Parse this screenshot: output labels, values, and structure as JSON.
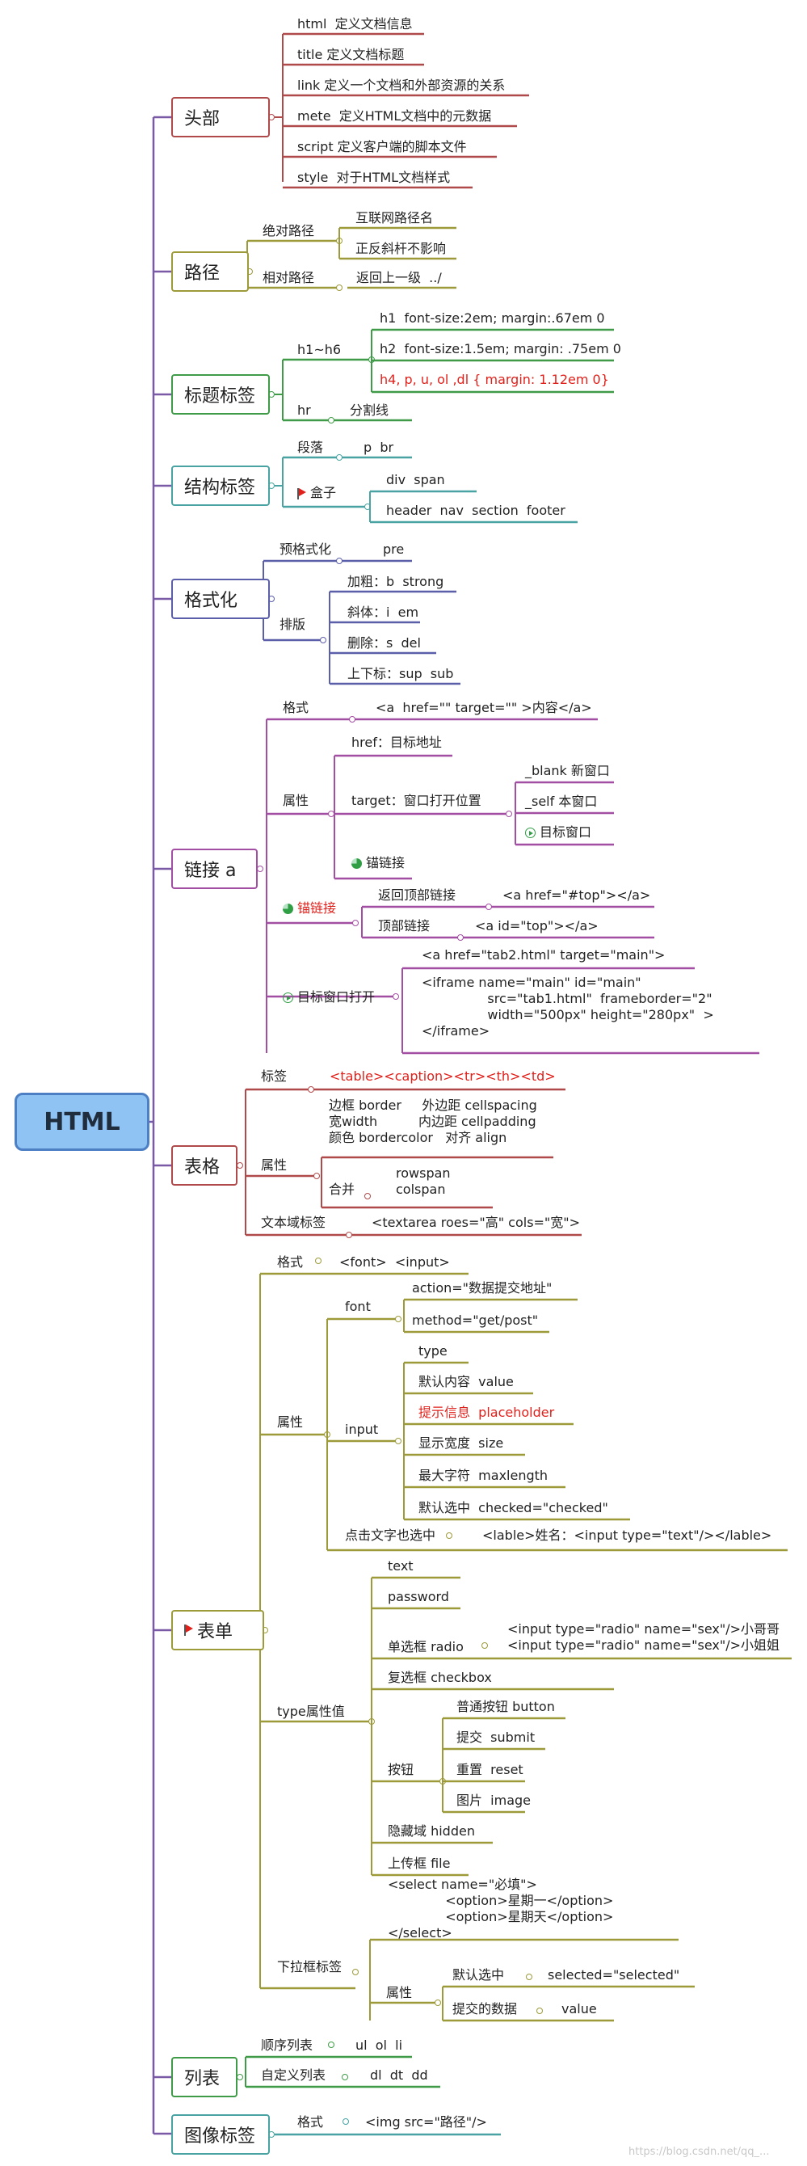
{
  "root": {
    "label": "HTML"
  },
  "watermark": "https://blog.csdn.net/qq_...",
  "colors": {
    "head": "#b04a4a",
    "path": "#9d9a3a",
    "title": "#3f9b47",
    "structure": "#4aa3a3",
    "format": "#5b5ea8",
    "link": "#a24ea2",
    "table": "#b04a4a",
    "form": "#9d9a3a",
    "list": "#3f9b47",
    "image": "#4aa3a3",
    "root_line": "#7a5aa6"
  },
  "branches": {
    "head": {
      "label": "头部",
      "items": [
        "html  定义文档信息",
        "title 定义文档标题",
        "link 定义一个文档和外部资源的关系",
        "mete  定义HTML文档中的元数据",
        "script 定义客户端的脚本文件",
        "style  对于HTML文档样式"
      ]
    },
    "path": {
      "label": "路径",
      "absolute": "绝对路径",
      "abs_items": [
        "互联网路径名",
        "正反斜杆不影响"
      ],
      "relative": "相对路径",
      "rel_value": "返回上一级  ../"
    },
    "title": {
      "label": "标题标签",
      "h": "h1~h6",
      "h_items": [
        "h1  font-size:2em; margin:.67em 0",
        "h2  font-size:1.5em; margin: .75em 0",
        "h4, p, u, ol ,dl { margin: 1.12em 0}"
      ],
      "hr": "hr",
      "hr_value": "分割线"
    },
    "structure": {
      "label": "结构标签",
      "para": "段落",
      "para_value": "p  br",
      "box": "盒子",
      "box_items": [
        "div  span",
        "header  nav  section  footer"
      ]
    },
    "format": {
      "label": "格式化",
      "pre": "预格式化",
      "pre_value": "pre",
      "layout": "排版",
      "layout_items": [
        "加粗：b  strong",
        "斜体：i  em",
        "删除：s  del",
        "上下标：sup  sub"
      ]
    },
    "link": {
      "label": "链接  a",
      "format": "格式",
      "format_value": "<a  href=\"\" target=\"\" >内容</a>",
      "attr": "属性",
      "href": "href：目标地址",
      "target": "target：窗口打开位置",
      "target_items": [
        "_blank 新窗口",
        "_self 本窗口",
        "目标窗口"
      ],
      "anchor_link": "锚链接",
      "anchor": "锚链接",
      "anchor_rows": [
        "返回顶部链接",
        "顶部链接"
      ],
      "anchor_values": [
        "<a href=\"#top\"></a>",
        "<a id=\"top\"></a>"
      ],
      "target_open": "目标窗口打开",
      "target_open_a": "<a href=\"tab2.html\" target=\"main\">",
      "target_open_iframe": "<iframe name=\"main\" id=\"main\"\n                src=\"tab1.html\"  frameborder=\"2\"\n                width=\"500px\" height=\"280px\"  >\n</iframe>"
    },
    "table": {
      "label": "表格",
      "tag": "标签",
      "tag_value": "<table><caption><tr><th><td>",
      "attr": "属性",
      "attr_text": "边框 border     外边距 cellspacing\n宽width          内边距 cellpadding\n颜色 bordercolor   对齐 align",
      "merge": "合并",
      "merge_text": "rowspan\ncolspan",
      "textarea": "文本域标签",
      "textarea_value": "<textarea roes=\"高\" cols=\"宽\">"
    },
    "form": {
      "label": "表单",
      "format": "格式",
      "format_value": "<font>  <input>",
      "attr": "属性",
      "font": "font",
      "font_items": [
        "action=\"数据提交地址\"",
        "method=\"get/post\""
      ],
      "input": "input",
      "input_items": [
        "type",
        "默认内容  value",
        "提示信息  placeholder",
        "显示宽度  size",
        "最大字符  maxlength",
        "默认选中  checked=\"checked\""
      ],
      "click": "点击文字也选中",
      "click_value": "<lable>姓名：<input type=\"text\"/></lable>",
      "type_values": "type属性值",
      "types": [
        "text",
        "password",
        "单选框 radio",
        "复选框 checkbox",
        "按钮",
        "隐藏域 hidden",
        "上传框 file"
      ],
      "radio_text": "<input type=\"radio\" name=\"sex\"/>小哥哥\n<input type=\"radio\" name=\"sex\"/>小姐姐",
      "buttons": [
        "普通按钮 button",
        "提交  submit",
        "重置  reset",
        "图片  image"
      ],
      "select": "下拉框标签",
      "select_text": "<select name=\"必填\">\n              <option>星期一</option>\n              <option>星期天</option>\n</select>",
      "select_attr": "属性",
      "select_attrs": [
        "默认选中",
        "提交的数据"
      ],
      "select_attr_values": [
        "selected=\"selected\"",
        "value"
      ]
    },
    "list": {
      "label": "列表",
      "items": [
        "顺序列表",
        "自定义列表"
      ],
      "values": [
        "ul  ol  li",
        "dl  dt  dd"
      ]
    },
    "image": {
      "label": "图像标签",
      "format": "格式",
      "format_value": "<img src=\"路径\"/>"
    }
  }
}
